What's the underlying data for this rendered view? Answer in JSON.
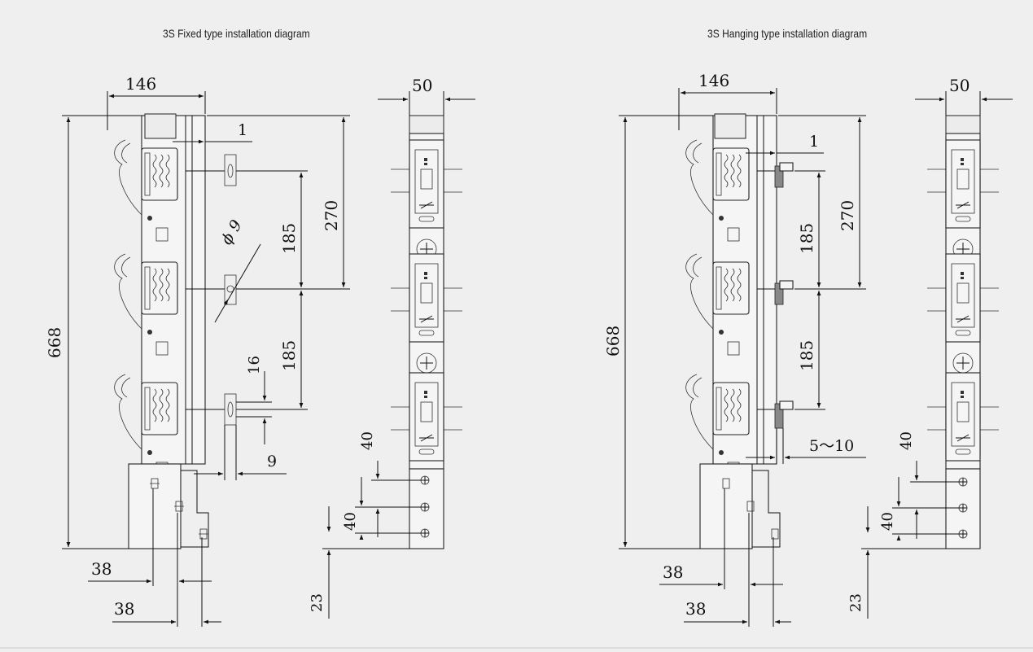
{
  "titles": {
    "fixed": "3S Fixed type installation diagram",
    "hanging": "3S Hanging type installation diagram"
  },
  "fixed": {
    "front": {
      "width": "146",
      "height": "668",
      "gap": "1",
      "hole_dia": "ϕ 9",
      "span_total": "270",
      "span_upper": "185",
      "span_lower": "185",
      "slot_length": "16",
      "slot_width": "9",
      "base_offset_upper": "38",
      "base_offset_lower": "38"
    },
    "side": {
      "width": "50",
      "hole_pitch_upper": "40",
      "hole_pitch_lower": "40",
      "base_edge": "23"
    }
  },
  "hanging": {
    "front": {
      "width": "146",
      "height": "668",
      "gap": "1",
      "span_total": "270",
      "span_upper": "185",
      "span_lower": "185",
      "clearance": "5～10",
      "base_offset_upper": "38",
      "base_offset_lower": "38"
    },
    "side": {
      "width": "50",
      "hole_pitch_upper": "40",
      "hole_pitch_lower": "40",
      "base_edge": "23"
    }
  }
}
